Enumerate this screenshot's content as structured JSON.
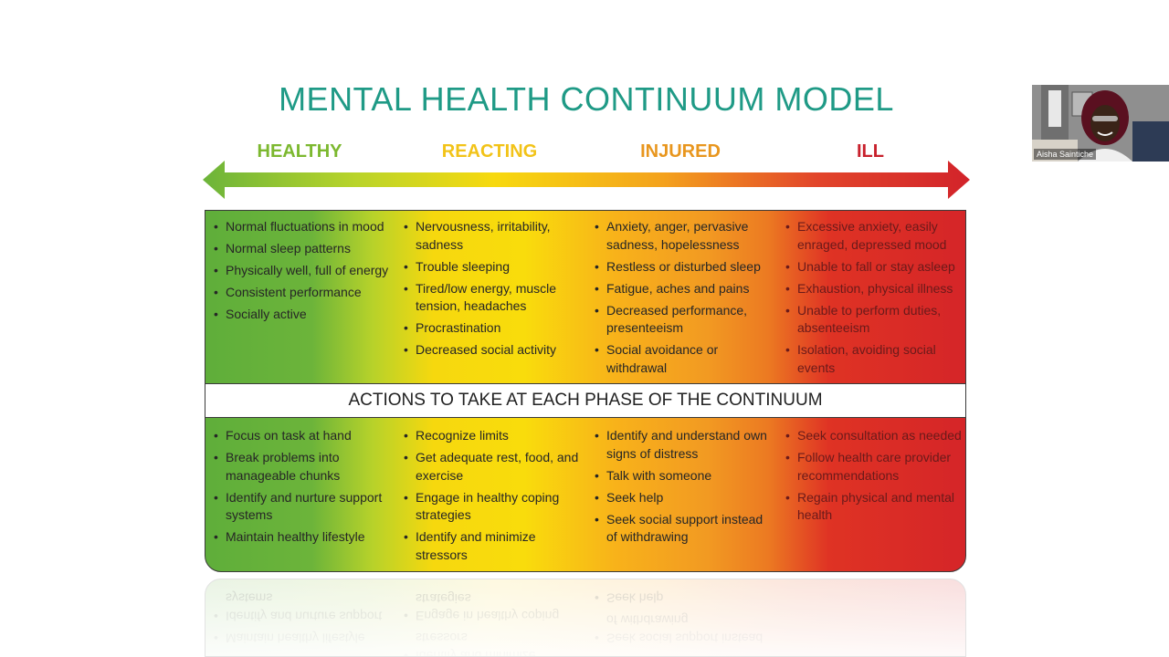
{
  "slide": {
    "title": "MENTAL HEALTH CONTINUUM MODEL",
    "phases": [
      "HEALTHY",
      "REACTING",
      "INJURED",
      "ILL"
    ],
    "phase_colors": [
      "#7cb82f",
      "#f2c318",
      "#e8961e",
      "#c8202c"
    ],
    "signs": [
      [
        "Normal fluctuations in mood",
        "Normal sleep patterns",
        "Physically well, full of energy",
        "Consistent performance",
        "Socially active"
      ],
      [
        "Nervousness, irritability, sadness",
        "Trouble sleeping",
        "Tired/low energy, muscle tension, headaches",
        "Procrastination",
        "Decreased social activity"
      ],
      [
        "Anxiety, anger, pervasive sadness, hopelessness",
        "Restless or disturbed sleep",
        "Fatigue, aches and pains",
        "Decreased performance, presenteeism",
        "Social avoidance or withdrawal"
      ],
      [
        "Excessive anxiety, easily enraged, depressed mood",
        "Unable to fall or stay asleep",
        "Exhaustion, physical illness",
        "Unable to perform duties, absenteeism",
        "Isolation, avoiding social events"
      ]
    ],
    "actions_heading": "ACTIONS TO TAKE AT EACH PHASE OF THE CONTINUUM",
    "actions": [
      [
        "Focus on task at hand",
        "Break problems into manageable chunks",
        "Identify and nurture support systems",
        "Maintain healthy lifestyle"
      ],
      [
        "Recognize limits",
        "Get adequate rest, food, and exercise",
        "Engage in healthy coping strategies",
        "Identify and minimize stressors"
      ],
      [
        "Identify and understand own signs of distress",
        "Talk with someone",
        "Seek help",
        "Seek social support instead of withdrawing"
      ],
      [
        "Seek consultation as needed",
        "Follow health care provider recommendations",
        "Regain physical and mental health"
      ]
    ]
  },
  "video": {
    "participant_name": "Aisha Saintiche"
  }
}
